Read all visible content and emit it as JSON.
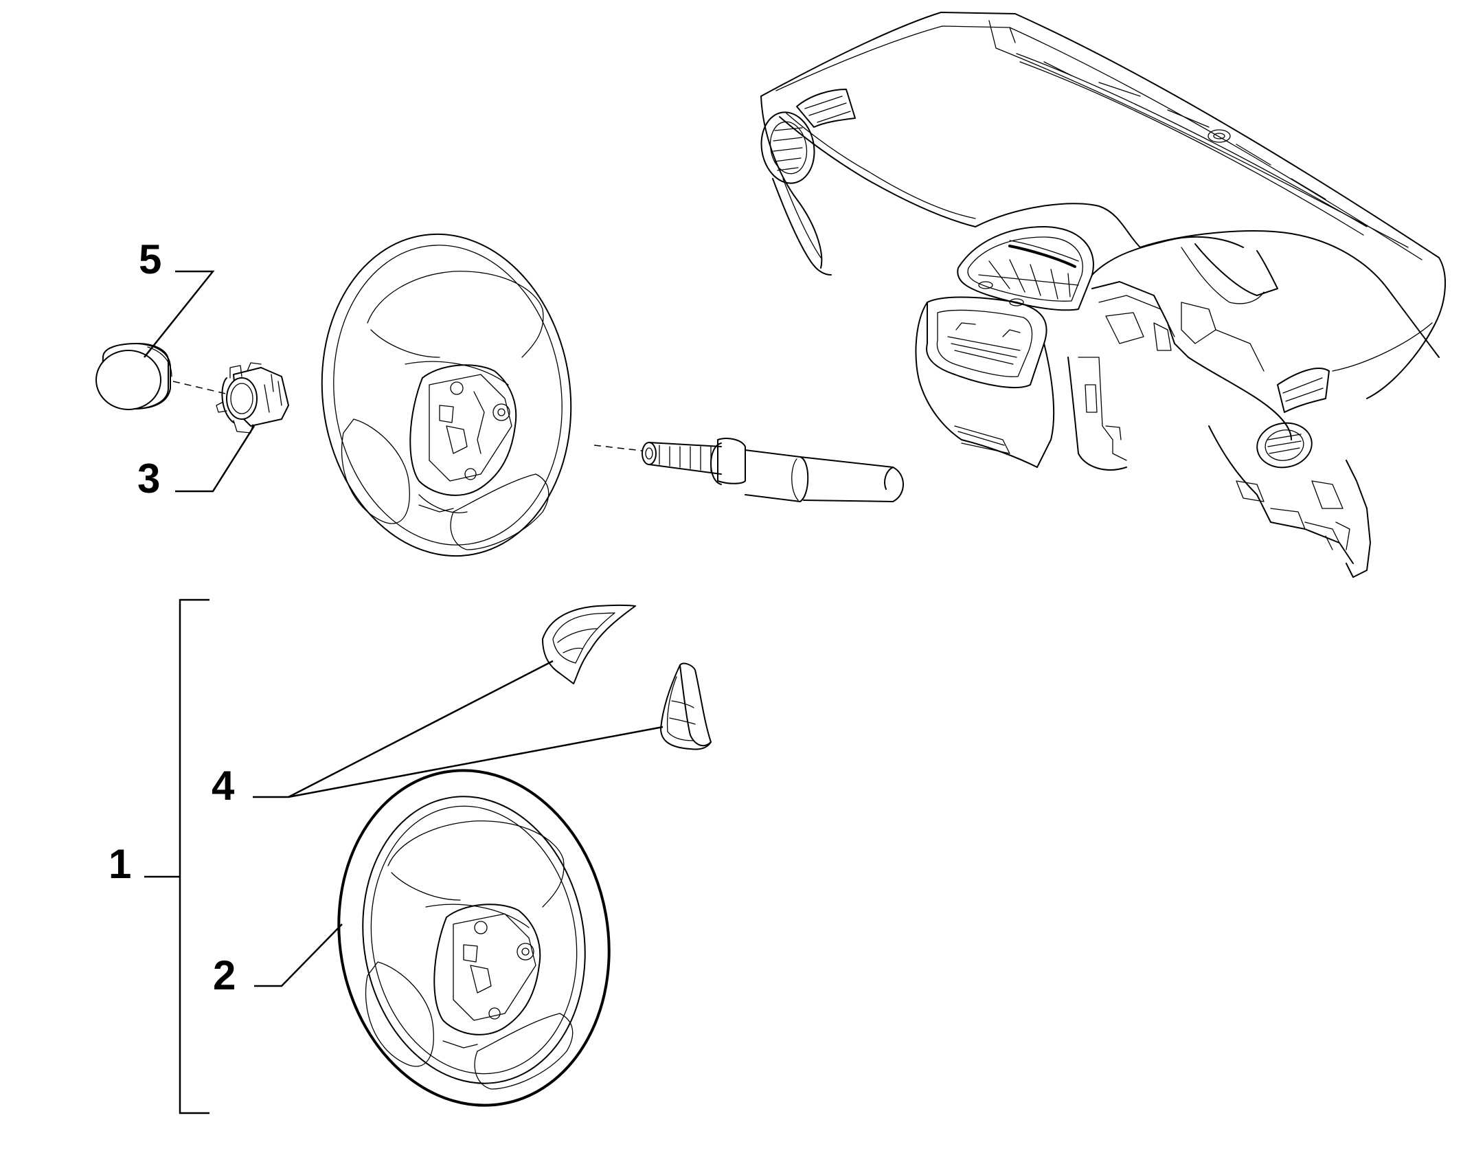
{
  "callouts": [
    {
      "id": "1",
      "label": "1"
    },
    {
      "id": "2",
      "label": "2"
    },
    {
      "id": "3",
      "label": "3"
    },
    {
      "id": "4",
      "label": "4"
    },
    {
      "id": "5",
      "label": "5"
    }
  ],
  "parts": [
    {
      "ref": "1",
      "icon": "steering-wheel-assembly-icon"
    },
    {
      "ref": "2",
      "icon": "steering-wheel-icon"
    },
    {
      "ref": "3",
      "icon": "horn-button-holder-icon"
    },
    {
      "ref": "4",
      "icon": "switch-cover-icon"
    },
    {
      "ref": "5",
      "icon": "horn-button-icon"
    }
  ]
}
